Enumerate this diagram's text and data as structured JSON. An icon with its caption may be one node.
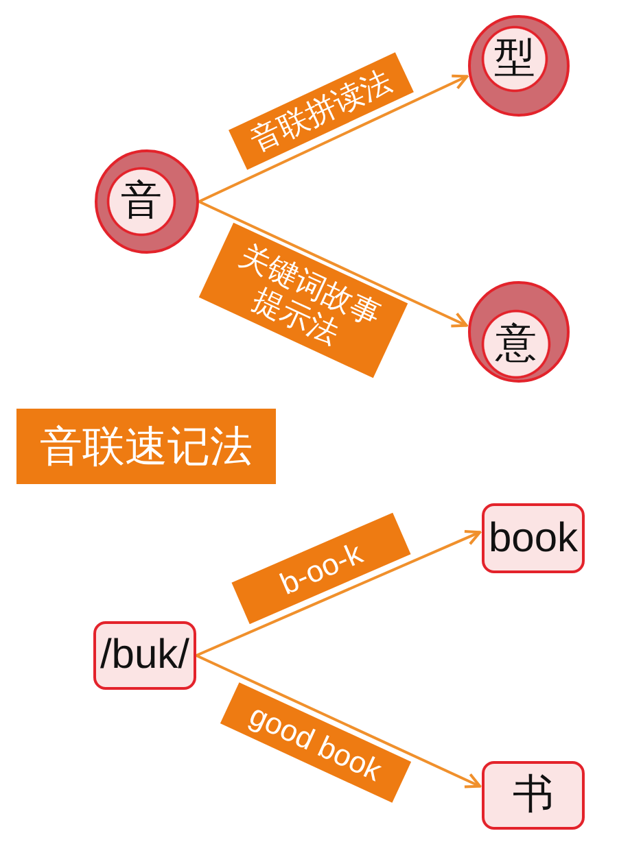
{
  "diagram": {
    "nodes": [
      {
        "text": [
          "音"
        ]
      },
      {
        "text": [
          "型"
        ]
      },
      {
        "text": [
          "意"
        ]
      },
      {
        "text": [
          "音联速记法"
        ]
      },
      {
        "text": [
          "/buk/"
        ]
      },
      {
        "text": [
          "book"
        ]
      },
      {
        "text": [
          "书"
        ]
      }
    ],
    "edges": [
      {
        "from": 0,
        "to": 1,
        "arrow": "to",
        "label": "音联拼读法"
      },
      {
        "from": 0,
        "to": 2,
        "arrow": "to",
        "label": "关键词故事提示法"
      },
      {
        "from": 4,
        "to": 5,
        "arrow": "to",
        "label": "b-oo-k"
      },
      {
        "from": 4,
        "to": 6,
        "arrow": "to",
        "label": "good book"
      }
    ]
  }
}
